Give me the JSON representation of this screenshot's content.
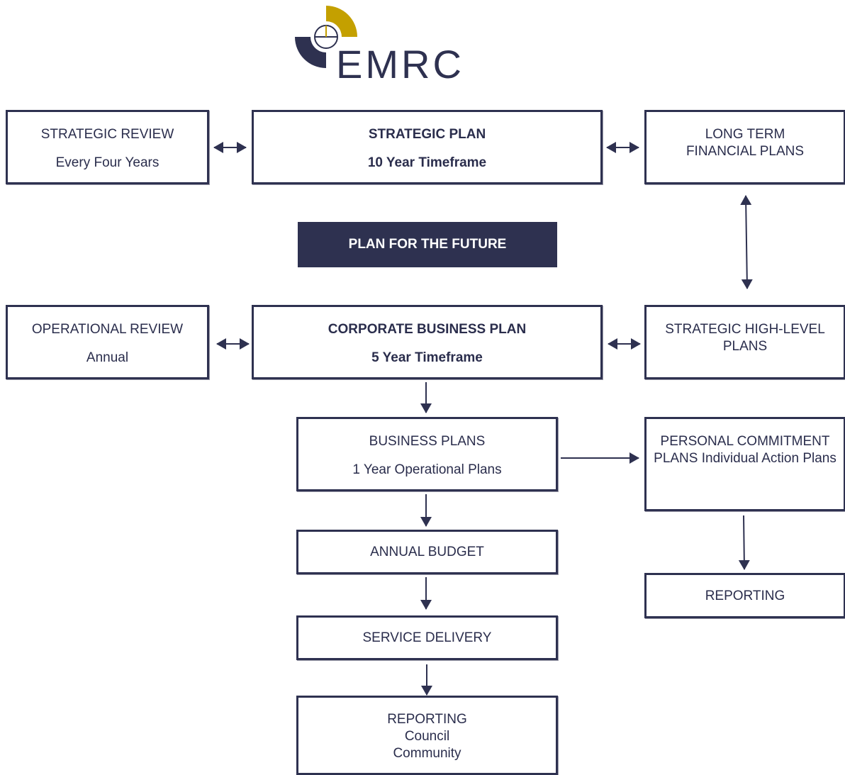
{
  "logo": {
    "text": "EMRC",
    "navy": "#2e3150",
    "gold": "#c4a000"
  },
  "boxes": {
    "strategic_review": {
      "line1": "STRATEGIC REVIEW",
      "line2": "Every Four Years"
    },
    "strategic_plan": {
      "line1": "STRATEGIC PLAN",
      "line2": "10 Year Timeframe"
    },
    "long_term_financial": {
      "line1": "LONG TERM",
      "line2": "FINANCIAL PLANS"
    },
    "plan_for_future": {
      "label": "PLAN FOR THE FUTURE"
    },
    "operational_review": {
      "line1": "OPERATIONAL REVIEW",
      "line2": "Annual"
    },
    "corporate_business_plan": {
      "line1": "CORPORATE BUSINESS PLAN",
      "line2": "5 Year Timeframe"
    },
    "strategic_high_level": {
      "line1": "STRATEGIC HIGH-LEVEL",
      "line2": "PLANS"
    },
    "business_plans": {
      "line1": "BUSINESS PLANS",
      "line2": "1 Year Operational Plans"
    },
    "personal_commitment": {
      "line1": "PERSONAL COMMITMENT",
      "line2": "PLANS Individual Action Plans"
    },
    "annual_budget": {
      "label": "ANNUAL BUDGET"
    },
    "reporting_right": {
      "label": "REPORTING"
    },
    "service_delivery": {
      "label": "SERVICE DELIVERY"
    },
    "reporting_bottom": {
      "line1": "REPORTING",
      "line2": "Council",
      "line3": "Community"
    }
  }
}
